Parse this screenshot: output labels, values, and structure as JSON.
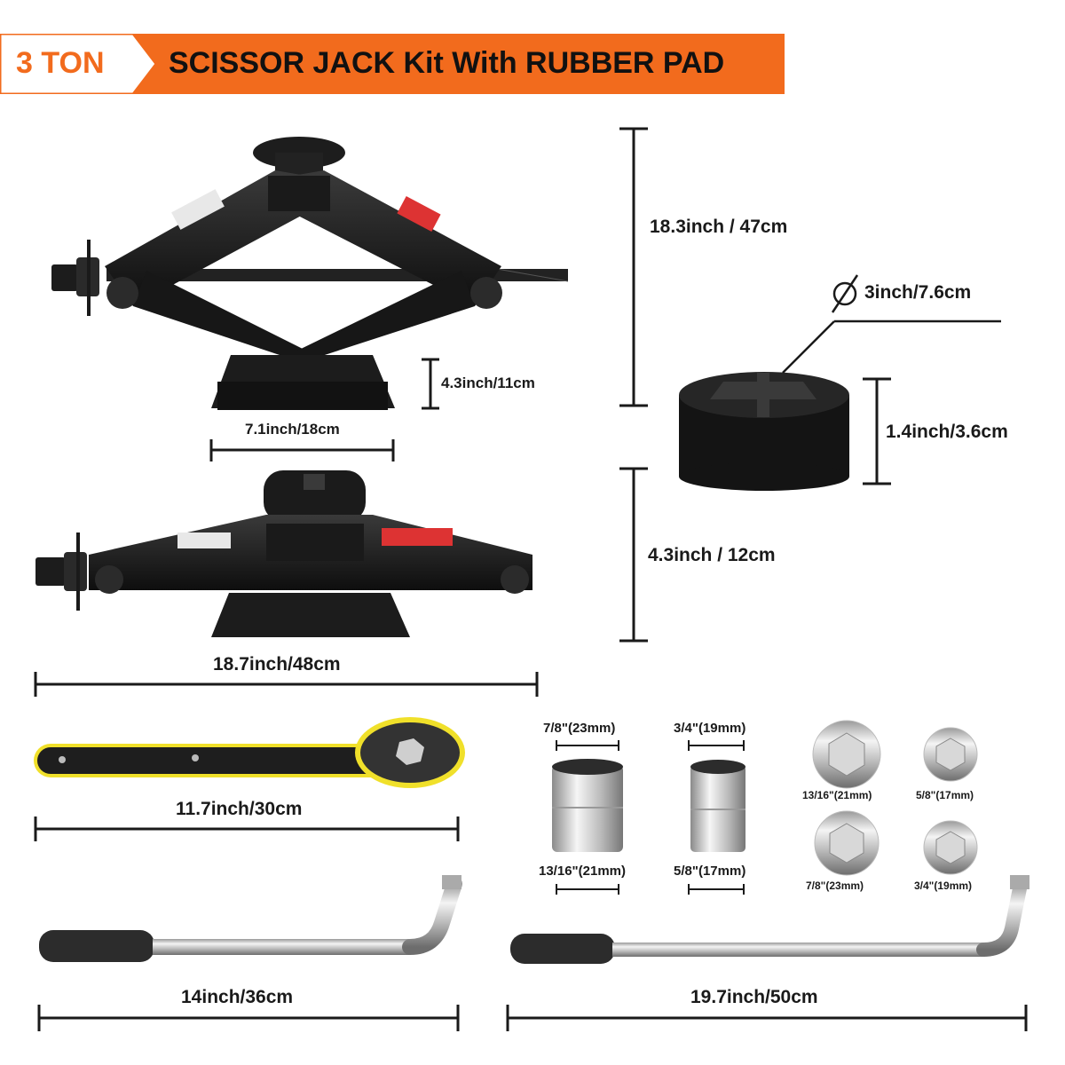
{
  "banner": {
    "badge": "3 TON",
    "title": "SCISSOR JACK Kit With RUBBER PAD",
    "accent_color": "#f26b1d"
  },
  "jack": {
    "max_height": "18.3inch / 47cm",
    "base_height": "4.3inch/11cm",
    "base_width": "7.1inch/18cm",
    "min_height": "4.3inch / 12cm",
    "length": "18.7inch/48cm"
  },
  "pad": {
    "diameter": "3inch/7.6cm",
    "height": "1.4inch/3.6cm"
  },
  "ratchet": {
    "length": "11.7inch/30cm"
  },
  "sockets": {
    "socket1_top": "7/8\"(23mm)",
    "socket1_bottom": "13/16\"(21mm)",
    "socket2_top": "3/4\"(19mm)",
    "socket2_bottom": "5/8\"(17mm)",
    "end_a": "13/16\"(21mm)",
    "end_b": "5/8\"(17mm)",
    "end_c": "7/8\"(23mm)",
    "end_d": "3/4\"(19mm)"
  },
  "wrench_short": {
    "length": "14inch/36cm"
  },
  "wrench_long": {
    "length": "19.7inch/50cm"
  }
}
